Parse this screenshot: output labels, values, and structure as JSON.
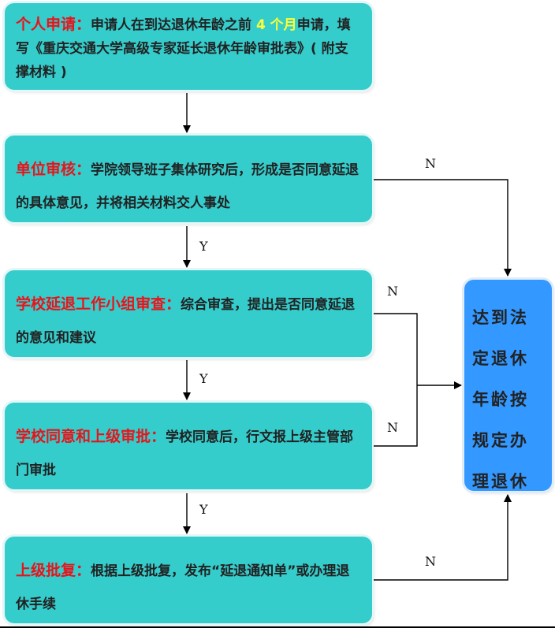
{
  "steps": [
    {
      "heading": "个人申请：",
      "text_before": "申请人在到达退休年龄之前 ",
      "highlight": "4 个月",
      "text_after": "申请，填写《重庆交通大学高级专家延长退休年龄审批表》( 附支撑材料 )"
    },
    {
      "heading": "单位审核：",
      "text": "学院领导班子集体研究后，形成是否同意延退的具体意见，并将相关材料交人事处"
    },
    {
      "heading": "学校延退工作小组审查：",
      "text": "综合审查，提出是否同意延退的意见和建议"
    },
    {
      "heading": "学校同意和上级审批：",
      "text": "学校同意后，行文报上级主管部门审批"
    },
    {
      "heading": "上级批复：",
      "text": "根据上级批复，发布“延退通知单”或办理退休手续"
    }
  ],
  "outcome": {
    "text": "达到法定退休年龄按规定办理退休"
  },
  "labels": {
    "yes": "Y",
    "no": "N"
  },
  "colors": {
    "step_fill": "#35cccc",
    "outcome_fill": "#3398ff",
    "heading": "#e8141a",
    "highlight": "#ffff33"
  }
}
